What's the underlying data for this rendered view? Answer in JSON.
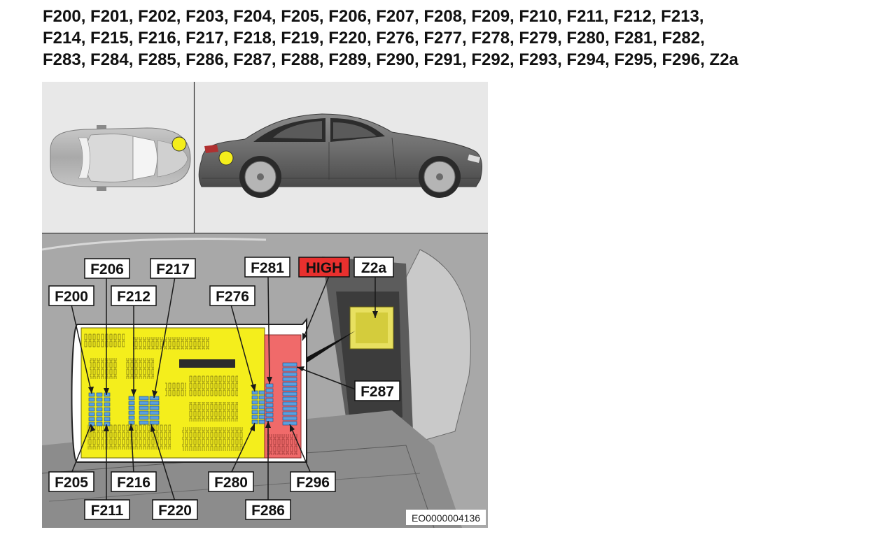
{
  "heading": {
    "line1": "F200, F201, F202, F203, F204, F205, F206, F207, F208, F209, F210, F211, F212, F213,",
    "line2": "F214, F215, F216, F217, F218, F219, F220, F276, F277, F278, F279, F280, F281, F282,",
    "line3": "F283, F284, F285, F286, F287, F288, F289, F290, F291, F292, F293, F294, F295, F296, Z2a"
  },
  "callouts": {
    "f206": "F206",
    "f217": "F217",
    "f281": "F281",
    "high": "HIGH",
    "z2a": "Z2a",
    "f200": "F200",
    "f212": "F212",
    "f276": "F276",
    "f287": "F287",
    "f205": "F205",
    "f216": "F216",
    "f280": "F280",
    "f296": "F296",
    "f211": "F211",
    "f220": "F220",
    "f286": "F286"
  },
  "image_code": "EO0000004136",
  "colors": {
    "fuse_box_main": "#f4ee1c",
    "fuse_box_high": "#f06a6a",
    "fuse_blue": "#5aa0e0",
    "location_marker": "#f4ee1c",
    "high_label_bg": "#e8302e"
  }
}
